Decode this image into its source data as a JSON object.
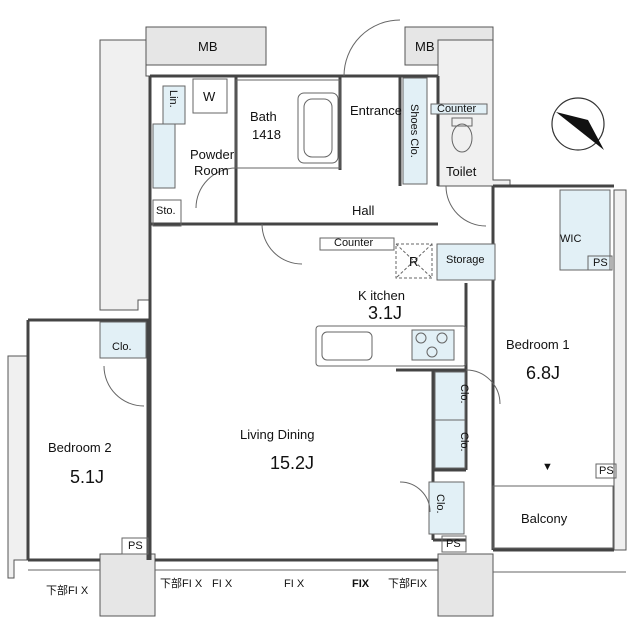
{
  "rooms": {
    "living_dining": {
      "name": "Living Dining",
      "size": "15.2J"
    },
    "bedroom1": {
      "name": "Bedroom 1",
      "size": "6.8J"
    },
    "bedroom2": {
      "name": "Bedroom 2",
      "size": "5.1J"
    },
    "kitchen": {
      "name": "K itchen",
      "size": "3.1J"
    },
    "bath": {
      "name": "Bath",
      "size": "1418"
    },
    "powder": {
      "line1": "Powder",
      "line2": "Room"
    },
    "hall": "Hall",
    "entrance": "Entrance",
    "toilet": "Toilet",
    "balcony": "Balcony",
    "storage": "Storage",
    "wic": "WIC"
  },
  "fixtures": {
    "mb": "MB",
    "washer": "W",
    "linen": "Lin.",
    "sto": "Sto.",
    "shoes": "Shoes Clo.",
    "counter": "Counter",
    "refrigerator": "R",
    "closet": "Clo.",
    "ps": "PS",
    "marker": "▼"
  },
  "windows": {
    "lower_fix_left": "下部FI X",
    "lower_fix_mid": "下部FI X",
    "fix1": "FI X",
    "fix2": "FI X",
    "fix3": "FIX",
    "lower_fix_right": "下部FIX"
  },
  "compass": "north-arrow"
}
